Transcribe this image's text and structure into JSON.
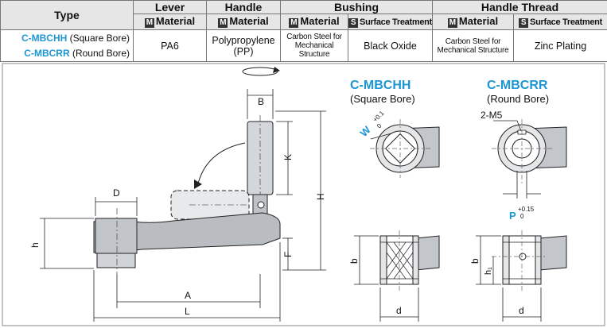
{
  "table": {
    "col_type": "Type",
    "col_lever": "Lever",
    "col_handle": "Handle",
    "col_bushing": "Bushing",
    "col_thread": "Handle Thread",
    "sub_material": "Material",
    "sub_surface": "Surface Treatment",
    "badge_m": "M",
    "badge_s": "S",
    "rows": [
      {
        "code": "C-MBCHH",
        "desc": " (Square Bore)"
      },
      {
        "code": "C-MBCRR",
        "desc": " (Round Bore)"
      }
    ],
    "lever_material": "PA6",
    "handle_material_1": "Polypropylene",
    "handle_material_2": "(PP)",
    "bushing_material_1": "Carbon Steel for",
    "bushing_material_2": "Mechanical Structure",
    "bushing_surface": "Black Oxide",
    "thread_material_1": "Carbon Steel for",
    "thread_material_2": "Mechanical Structure",
    "thread_surface": "Zinc Plating"
  },
  "drawing": {
    "square_title": "C-MBCHH",
    "square_sub": "(Square Bore)",
    "round_title": "C-MBCRR",
    "round_sub": "(Round Bore)",
    "dims": {
      "B": "B",
      "K": "K",
      "H": "H",
      "D": "D",
      "h": "h",
      "F": "F",
      "A": "A",
      "L": "L",
      "W": "W",
      "W_tol_up": "+0.1",
      "W_tol_low": "0",
      "P": "P",
      "P_tol_up": "+0.15",
      "P_tol_low": "0",
      "thread": "2-M5",
      "b": "b",
      "d": "d",
      "h1": "h₁"
    },
    "colors": {
      "accent": "#1c96d4",
      "lever_fill": "#b9bdc2",
      "grip_fill": "#d3d6da",
      "metal_fill": "#e4e6e8"
    }
  }
}
